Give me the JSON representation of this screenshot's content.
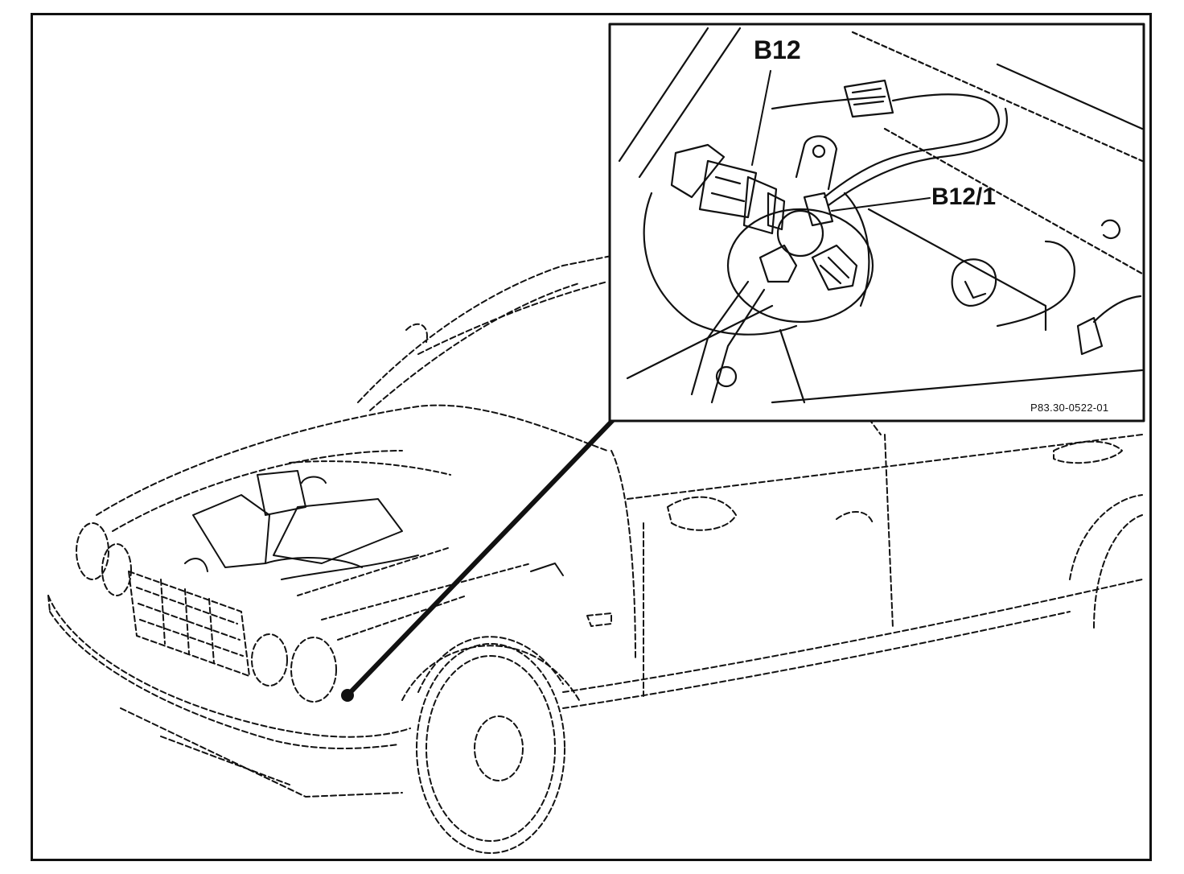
{
  "labels": {
    "component_1": "B12",
    "component_2": "B12/1"
  },
  "figure_number": "P83.30-0522-01",
  "colors": {
    "line": "#111111",
    "background": "#ffffff"
  }
}
